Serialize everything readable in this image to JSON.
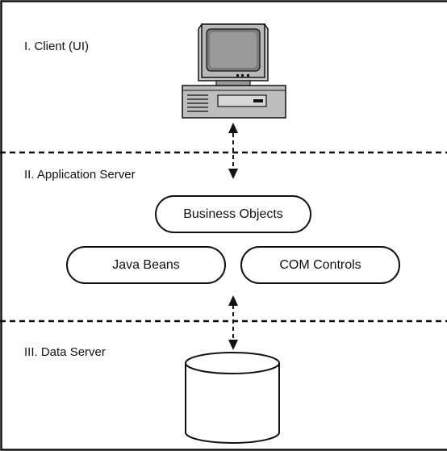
{
  "tiers": {
    "client": {
      "label": "I. Client (UI)"
    },
    "application_server": {
      "label": "II. Application Server"
    },
    "data_server": {
      "label": "III. Data Server"
    }
  },
  "components": {
    "business_objects": "Business Objects",
    "java_beans": "Java Beans",
    "com_controls": "COM Controls"
  },
  "icons": {
    "client": "desktop-computer-icon",
    "data_server": "database-cylinder-icon"
  }
}
